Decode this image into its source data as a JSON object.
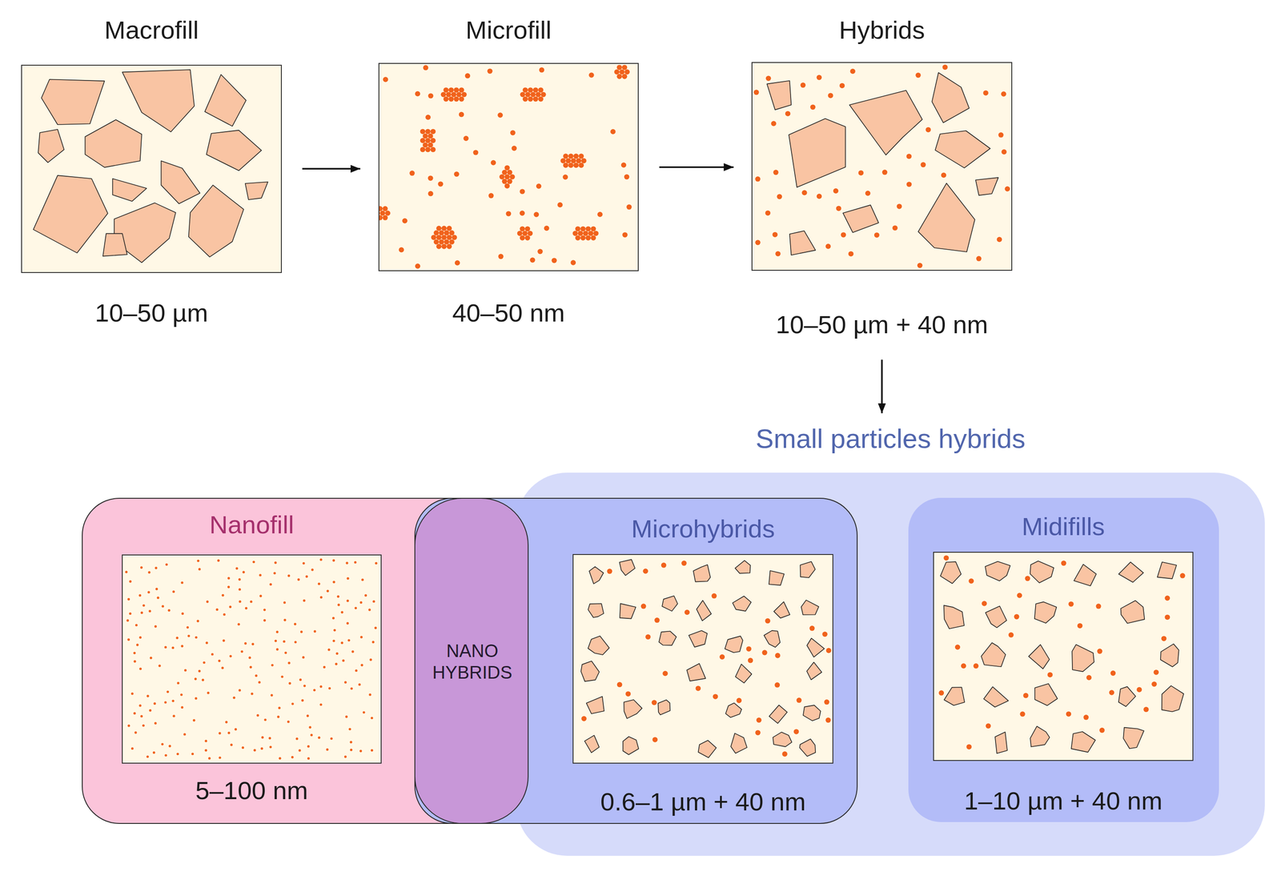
{
  "diagram": {
    "nodes": [
      {
        "text": [
          "Macrofill",
          "10–50 µm"
        ]
      },
      {
        "text": [
          "Microfill",
          "40–50 nm"
        ]
      },
      {
        "text": [
          "Hybrids",
          "10–50 µm + 40 nm"
        ]
      },
      {
        "text": [
          "Small particles hybrids"
        ]
      },
      {
        "text": [
          "Nanofill",
          "5–100 nm"
        ]
      },
      {
        "text": [
          "NANO HYBRIDS"
        ]
      },
      {
        "text": [
          "Microhybrids",
          "0.6–1 µm + 40 nm"
        ],
        "in": 3
      },
      {
        "text": [
          "Midifills",
          "1–10 µm + 40 nm"
        ],
        "in": 3
      }
    ],
    "edges": [
      {
        "from": 0,
        "to": 1,
        "arrow": "to"
      },
      {
        "from": 1,
        "to": 2,
        "arrow": "to"
      },
      {
        "from": 2,
        "to": 3,
        "arrow": "to"
      }
    ]
  }
}
